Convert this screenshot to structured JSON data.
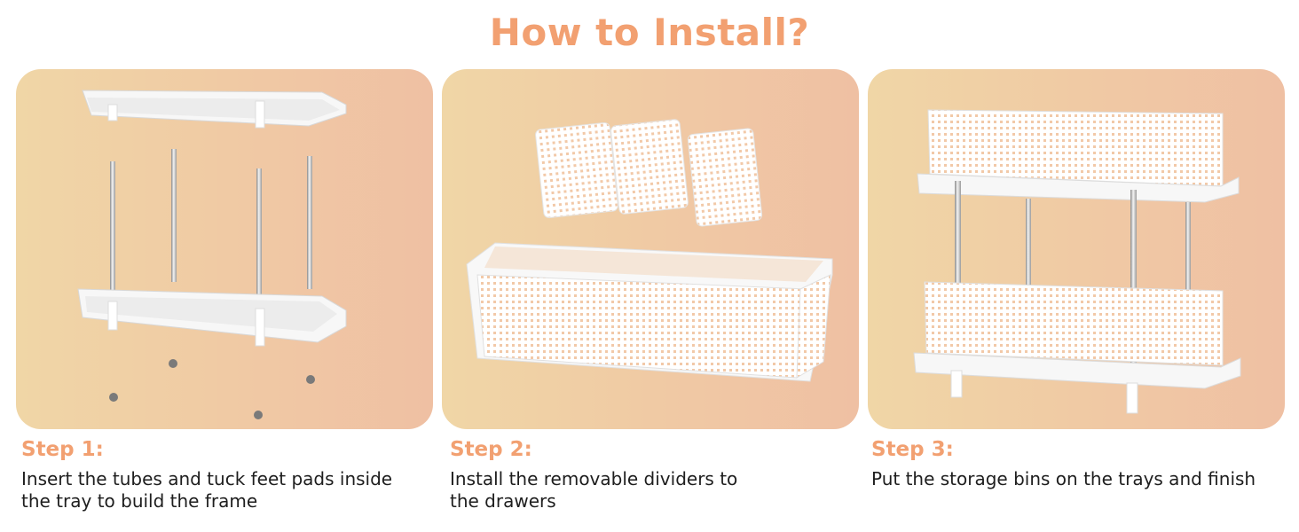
{
  "title": "How to Install?",
  "accent_color": "#f2a071",
  "panel_gradient": [
    "#f0d6a6",
    "#efc0a3"
  ],
  "steps": [
    {
      "title": "Step 1:",
      "description_line1": "Insert the tubes and tuck feet pads inside",
      "description_line2": "the tray to build the frame",
      "image": "tray-with-tubes-and-feet-pads"
    },
    {
      "title": "Step 2:",
      "description_line1": "Install the removable dividers to",
      "description_line2": "the drawers",
      "image": "basket-with-dividers"
    },
    {
      "title": "Step 3:",
      "description_line1": "Put the storage bins on the trays and finish",
      "description_line2": "",
      "image": "assembled-two-tier-organizer"
    }
  ]
}
